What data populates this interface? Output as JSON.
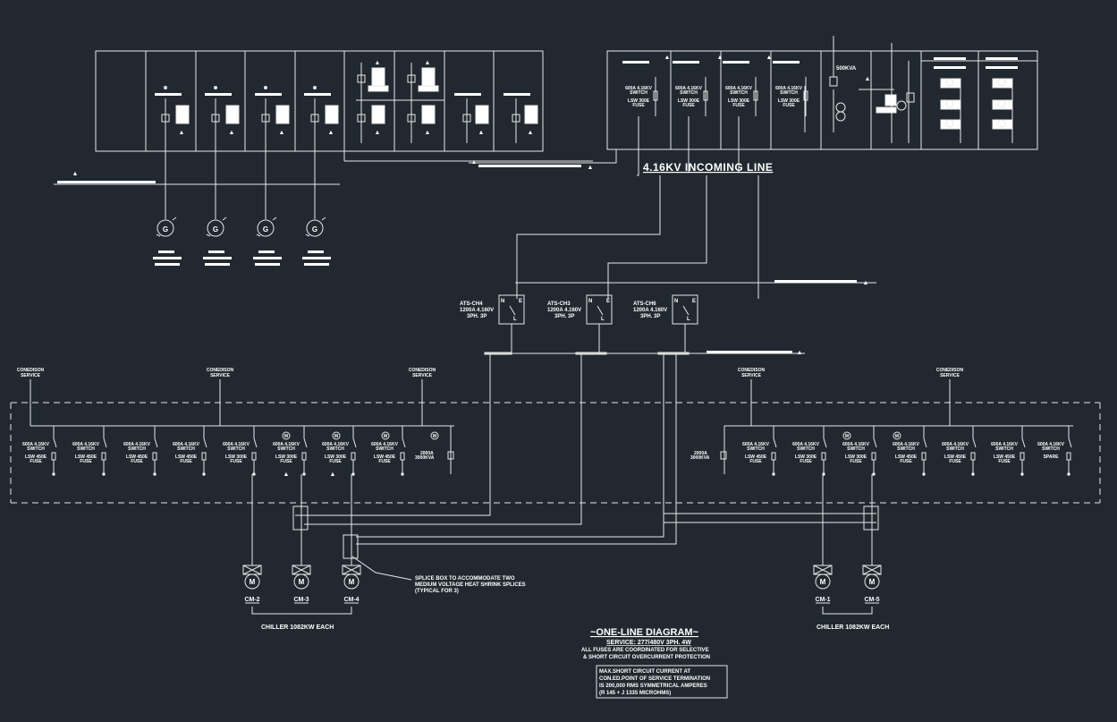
{
  "incoming": {
    "label": "4.16KV INCOMING LINE"
  },
  "transformer": {
    "rating": "500KVA"
  },
  "top_switches": [
    {
      "line1": "600A 4.16KV",
      "line2": "SWITCH",
      "line3": "LSW 300E",
      "line4": "FUSE"
    },
    {
      "line1": "600A 4.16KV",
      "line2": "SWITCH",
      "line3": "LSW 300E",
      "line4": "FUSE"
    },
    {
      "line1": "600A 4.16KV",
      "line2": "SWITCH",
      "line3": "LSW 300E",
      "line4": "FUSE"
    },
    {
      "line1": "600A 4.16KV",
      "line2": "SWITCH",
      "line3": "LSW 300E",
      "line4": "FUSE"
    }
  ],
  "generators": [
    {
      "symbol": "G"
    },
    {
      "symbol": "G"
    },
    {
      "symbol": "G"
    },
    {
      "symbol": "G"
    }
  ],
  "ats": [
    {
      "line1": "ATS-CH4",
      "line2": "1200A 4.160V",
      "line3": "3PH. 3P",
      "n": "N",
      "e": "E",
      "l": "L"
    },
    {
      "line1": "ATS-CH3",
      "line2": "1200A 4.160V",
      "line3": "3PH. 3P",
      "n": "N",
      "e": "E",
      "l": "L"
    },
    {
      "line1": "ATS-CH6",
      "line2": "1200A 4.160V",
      "line3": "3PH. 3P",
      "n": "N",
      "e": "E",
      "l": "L"
    }
  ],
  "coned": [
    {
      "line1": "CONEDISON",
      "line2": "SERVICE"
    },
    {
      "line1": "CONEDISON",
      "line2": "SERVICE"
    },
    {
      "line1": "CONEDISON",
      "line2": "SERVICE"
    },
    {
      "line1": "CONEDISON",
      "line2": "SERVICE"
    },
    {
      "line1": "CONEDISON",
      "line2": "SERVICE"
    }
  ],
  "left_switches": [
    {
      "l1": "600A 4.16KV",
      "l2": "SWITCH",
      "l3": "LSW 450E",
      "l4": "FUSE",
      "motor": ""
    },
    {
      "l1": "600A 4.16KV",
      "l2": "SWITCH",
      "l3": "LSW 450E",
      "l4": "FUSE",
      "motor": ""
    },
    {
      "l1": "600A 4.16KV",
      "l2": "SWITCH",
      "l3": "LSW 450E",
      "l4": "FUSE",
      "motor": ""
    },
    {
      "l1": "600A 4.16KV",
      "l2": "SWITCH",
      "l3": "LSW 450E",
      "l4": "FUSE",
      "motor": ""
    },
    {
      "l1": "600A 4.16KV",
      "l2": "SWITCH",
      "l3": "LSW 300E",
      "l4": "FUSE",
      "motor": "M"
    },
    {
      "l1": "600A 4.16KV",
      "l2": "SWITCH",
      "l3": "LSW 300E",
      "l4": "FUSE",
      "motor": "M"
    },
    {
      "l1": "600A 4.16KV",
      "l2": "SWITCH",
      "l3": "LSW 300E",
      "l4": "FUSE",
      "motor": "M"
    },
    {
      "l1": "600A 4.16KV",
      "l2": "SWITCH",
      "l3": "LSW 450E",
      "l4": "FUSE",
      "motor": "M"
    }
  ],
  "left_transformer": {
    "l1": "2000A",
    "l2": "3000KVA"
  },
  "right_transformer": {
    "l1": "2000A",
    "l2": "3000KVA"
  },
  "right_switches": [
    {
      "l1": "600A 4.16KV",
      "l2": "SWITCH",
      "l3": "LSW 450E",
      "l4": "FUSE",
      "motor": ""
    },
    {
      "l1": "600A 4.16KV",
      "l2": "SWITCH",
      "l3": "LSW 300E",
      "l4": "FUSE",
      "motor": ""
    },
    {
      "l1": "600A 4.16KV",
      "l2": "SWITCH",
      "l3": "LSW 300E",
      "l4": "FUSE",
      "motor": "M"
    },
    {
      "l1": "600A 4.16KV",
      "l2": "SWITCH",
      "l3": "LSW 450E",
      "l4": "FUSE",
      "motor": "M"
    },
    {
      "l1": "600A 4.16KV",
      "l2": "SWITCH",
      "l3": "LSW 450E",
      "l4": "FUSE",
      "motor": ""
    },
    {
      "l1": "600A 4.16KV",
      "l2": "SWITCH",
      "l3": "LSW 450E",
      "l4": "FUSE",
      "motor": ""
    },
    {
      "l1": "600A 4.16KV",
      "l2": "SWITCH",
      "l3": "SPARE",
      "l4": "",
      "motor": ""
    }
  ],
  "chillers_left": [
    {
      "motor": "M",
      "label": "CM-2"
    },
    {
      "motor": "M",
      "label": "CM-3"
    },
    {
      "motor": "M",
      "label": "CM-4"
    }
  ],
  "chillers_right": [
    {
      "motor": "M",
      "label": "CM-1"
    },
    {
      "motor": "M",
      "label": "CM-5"
    }
  ],
  "chiller_group_left": "CHILLER 1082KW EACH",
  "chiller_group_right": "CHILLER 1082KW EACH",
  "splice_note": {
    "l1": "SPLICE BOX TO ACCOMMODATE TWO",
    "l2": "MEDIUM VOLTAGE HEAT SHRINK SPLICES",
    "l3": "(TYPICAL FOR 3)"
  },
  "title": {
    "main": "~ONE-LINE DIAGRAM~",
    "service": "SERVICE: 277/480V 3PH. 4W",
    "note1": "ALL FUSES ARE COORDINATED FOR SELECTIVE",
    "note2": "& SHORT CIRCUIT OVERCURRENT PROTECTION"
  },
  "short_circuit": {
    "l1": "MAX.SHORT CIRCUIT CURRENT AT",
    "l2": "CON.ED.POINT OF SERVICE TERMINATION",
    "l3": "IS 200,000 RMS SYMMETRICAL AMPERES",
    "l4": "(R 145 + J 1335 MICROHMS)"
  },
  "warning_symbol": "▲"
}
